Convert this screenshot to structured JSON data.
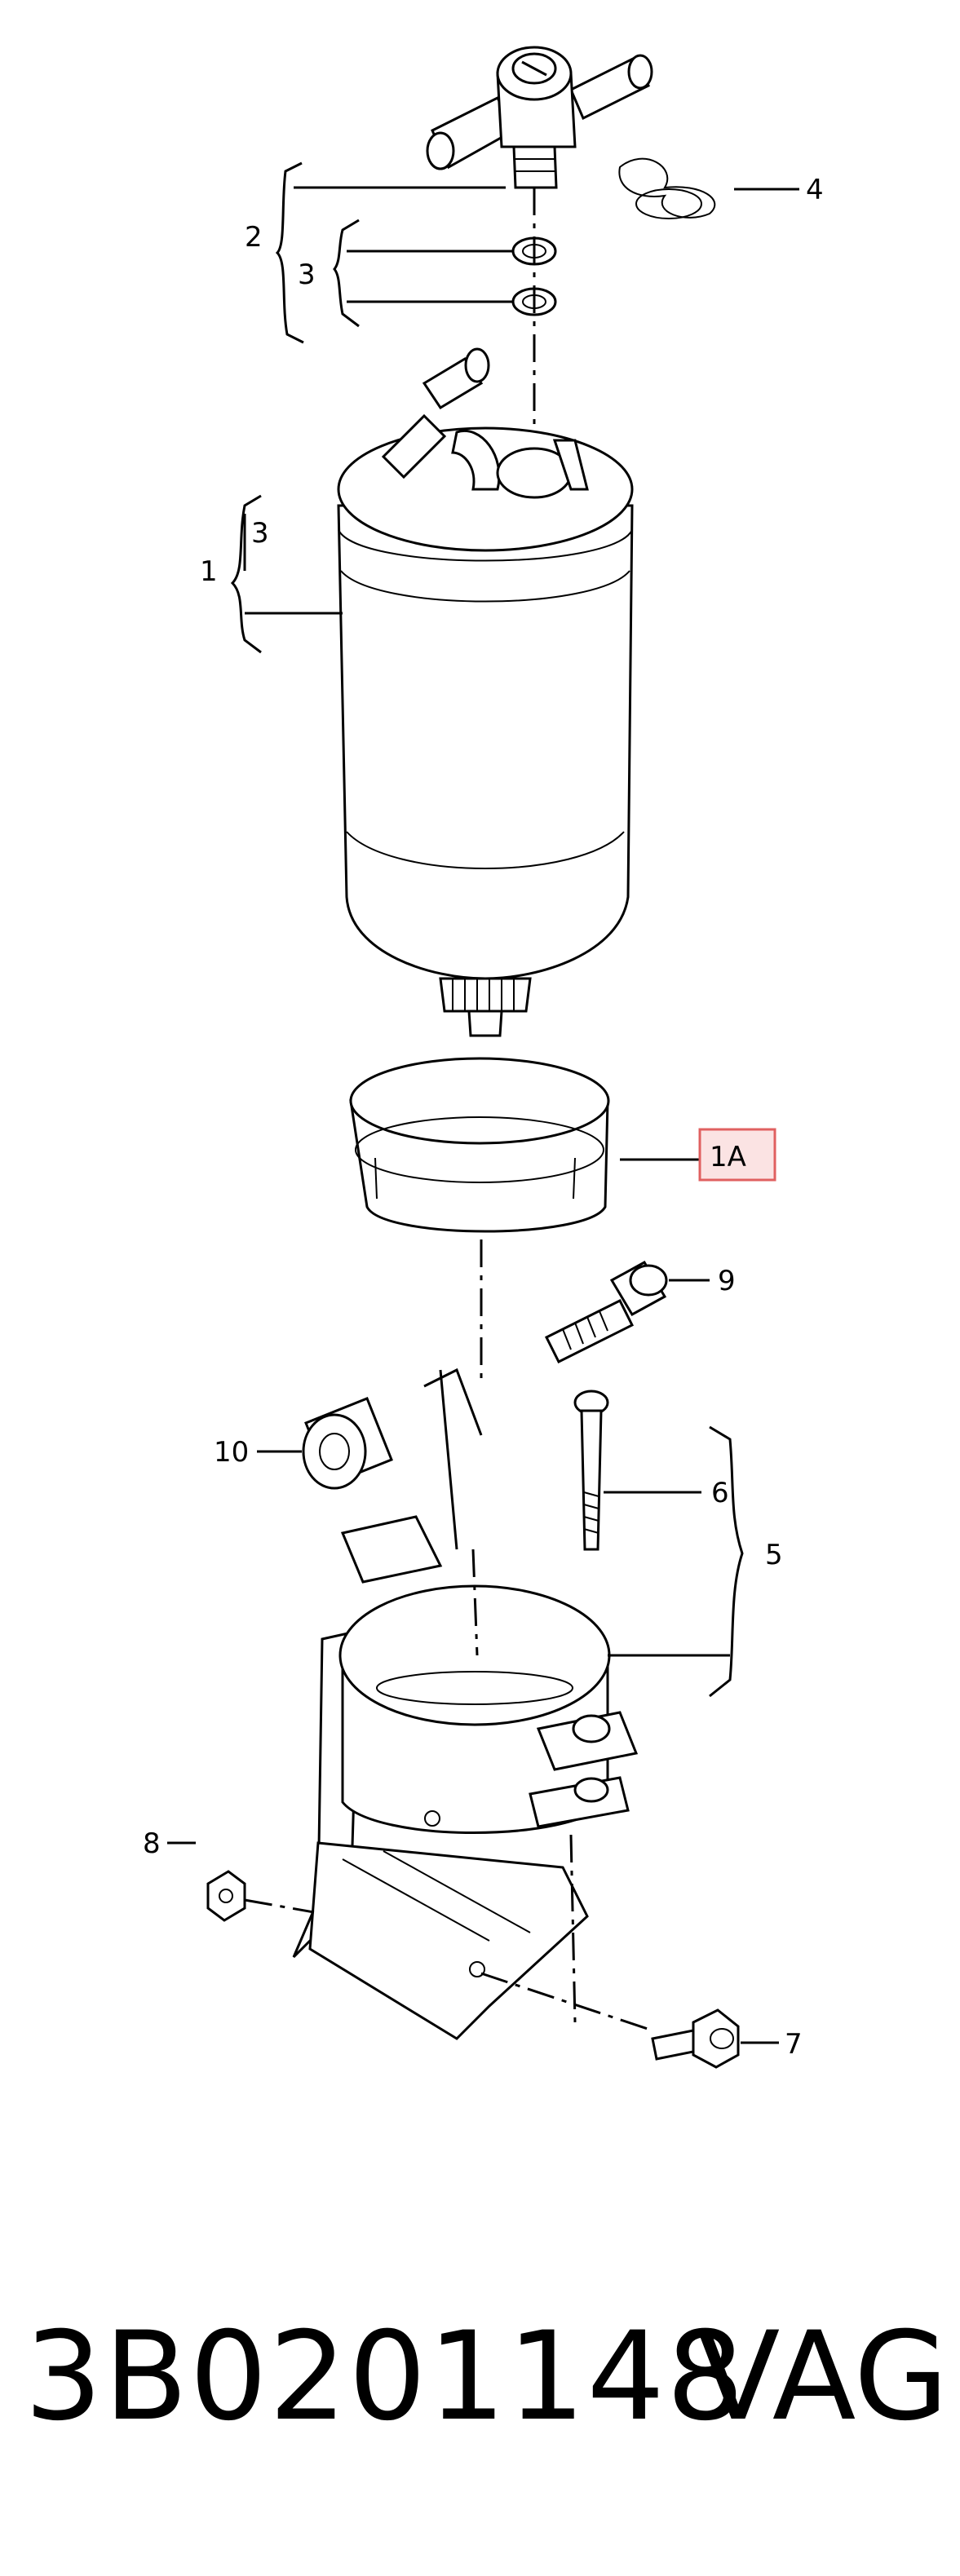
{
  "callouts": {
    "c1": "1",
    "c1a": "1A",
    "c2": "2",
    "c3a": "3",
    "c3b": "3",
    "c4": "4",
    "c5": "5",
    "c6": "6",
    "c7": "7",
    "c8": "8",
    "c9": "9",
    "c10": "10"
  },
  "footer": {
    "part_number": "3B0201148",
    "brand": "VAG"
  },
  "colors": {
    "highlight_border": "#e06060",
    "highlight_fill": "#fbe3e3",
    "ink": "#000000"
  }
}
